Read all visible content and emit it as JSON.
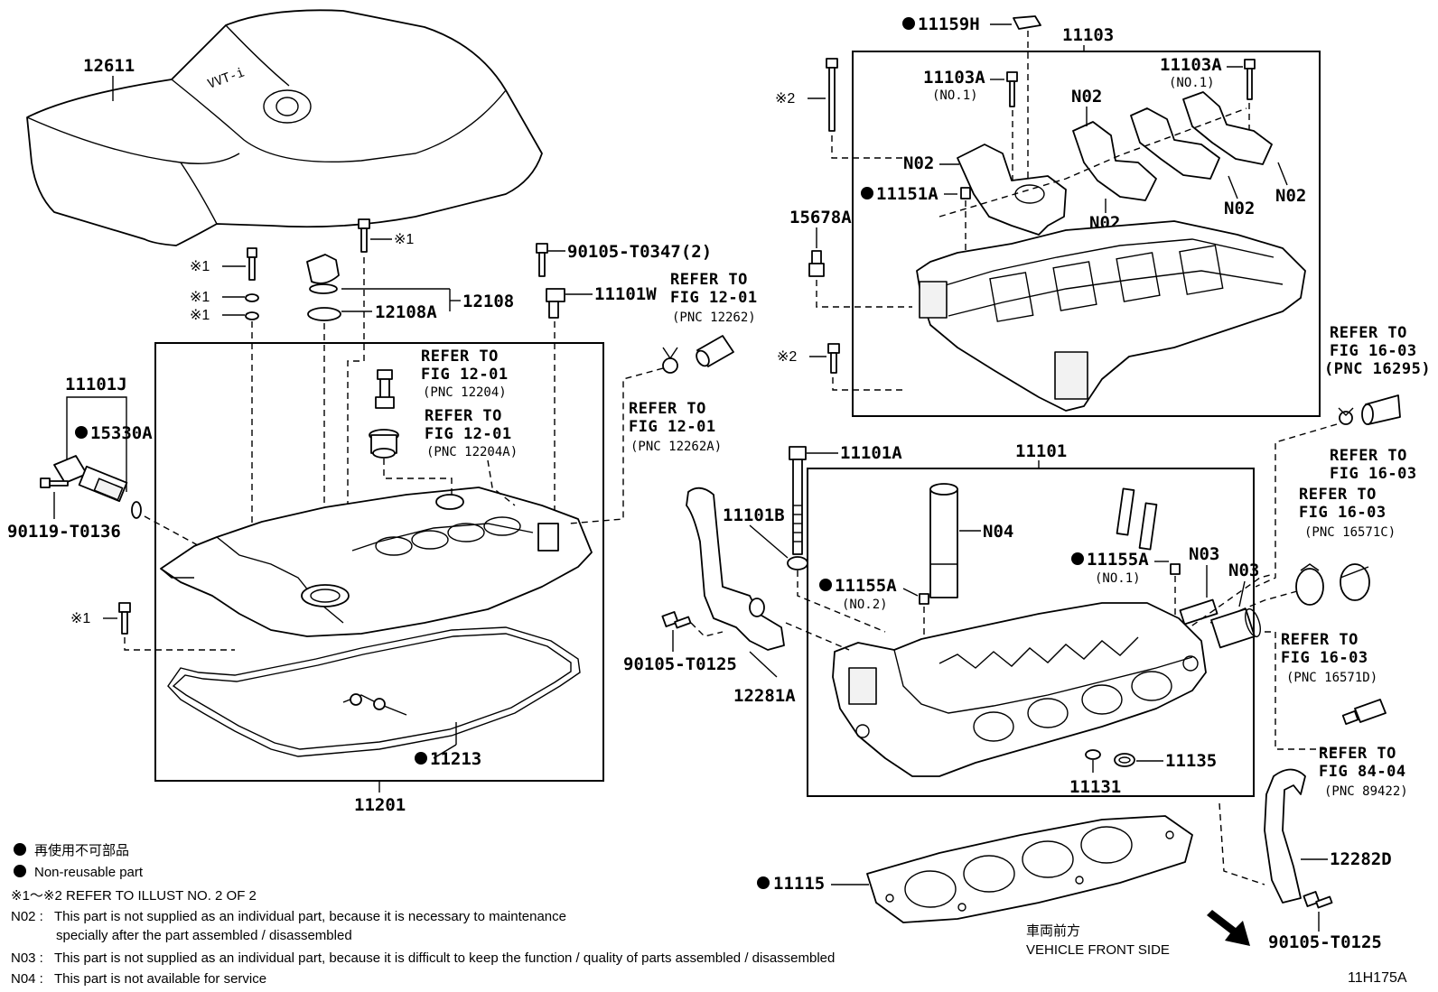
{
  "parts": {
    "p12611": "12611",
    "p11103": "11103",
    "p11159H": "11159H",
    "p11103A_l": "11103A",
    "p11103A_l_sub": "(NO.1)",
    "p11103A_r": "11103A",
    "p11103A_r_sub": "(NO.1)",
    "n02_a": "N02",
    "n02_b": "N02",
    "n02_c": "N02",
    "n02_d": "N02",
    "n02_e": "N02",
    "p11151A": "11151A",
    "p15678A": "15678A",
    "x2_a": "※2",
    "x2_b": "※2",
    "x1_a": "※1",
    "x1_b": "※1",
    "x1_c": "※1",
    "x1_d": "※1",
    "x1_e": "※1",
    "p90105T0347": "90105-T0347(2)",
    "p11101W": "11101W",
    "p12108A": "12108A",
    "p12108": "12108",
    "p11101J": "11101J",
    "p15330A": "15330A",
    "p90119T0136": "90119-T0136",
    "p11201": "11201",
    "p11213": "11213",
    "p11101A": "11101A",
    "p11101": "11101",
    "p11101B": "11101B",
    "n04": "N04",
    "p11155A_1": "11155A",
    "p11155A_1_sub": "(NO.1)",
    "p11155A_2": "11155A",
    "p11155A_2_sub": "(NO.2)",
    "n03_a": "N03",
    "n03_b": "N03",
    "p90105T0125_a": "90105-T0125",
    "p12281A": "12281A",
    "p11135": "11135",
    "p11131": "11131",
    "p11115": "11115",
    "p12282D": "12282D",
    "p90105T0125_b": "90105-T0125"
  },
  "refs": {
    "r1": [
      "REFER TO",
      "FIG 12-01",
      "(PNC 12262)"
    ],
    "r2": [
      "REFER TO",
      "FIG 12-01",
      "(PNC 12204)"
    ],
    "r3": [
      "REFER TO",
      "FIG 12-01",
      "(PNC 12204A)"
    ],
    "r4": [
      "REFER TO",
      "FIG 12-01",
      "(PNC 12262A)"
    ],
    "r5": [
      "REFER TO",
      "FIG 16-03",
      "(PNC 16295)"
    ],
    "r6": [
      "REFER TO",
      "FIG 16-03"
    ],
    "r7": [
      "REFER TO",
      "FIG 16-03",
      "(PNC 16571C)"
    ],
    "r8": [
      "REFER TO",
      "FIG 16-03",
      "(PNC 16571D)"
    ],
    "r9": [
      "REFER TO",
      "FIG 84-04",
      "(PNC 89422)"
    ]
  },
  "legend": {
    "jp_nonreusable": "再使用不可部品",
    "nonreusable": "Non-reusable part",
    "refer_illust": "※1～※2  REFER TO ILLUST NO. 2 OF 2",
    "n02_code": "N02 :",
    "n02_text1": "This part is not supplied as an individual part, because it is necessary to maintenance",
    "n02_text2": "specially after the part assembled / disassembled",
    "n03_code": "N03 :",
    "n03_text": "This part is not supplied as an individual part, because it is difficult to keep the function / quality of parts  assembled / disassembled",
    "n04_code": "N04 :",
    "n04_text": "This part is not available for service"
  },
  "front": {
    "jp": "車両前方",
    "en": "VEHICLE FRONT SIDE"
  },
  "illust_code": "11H175A",
  "colors": {
    "line": "#000000",
    "background": "#ffffff"
  }
}
